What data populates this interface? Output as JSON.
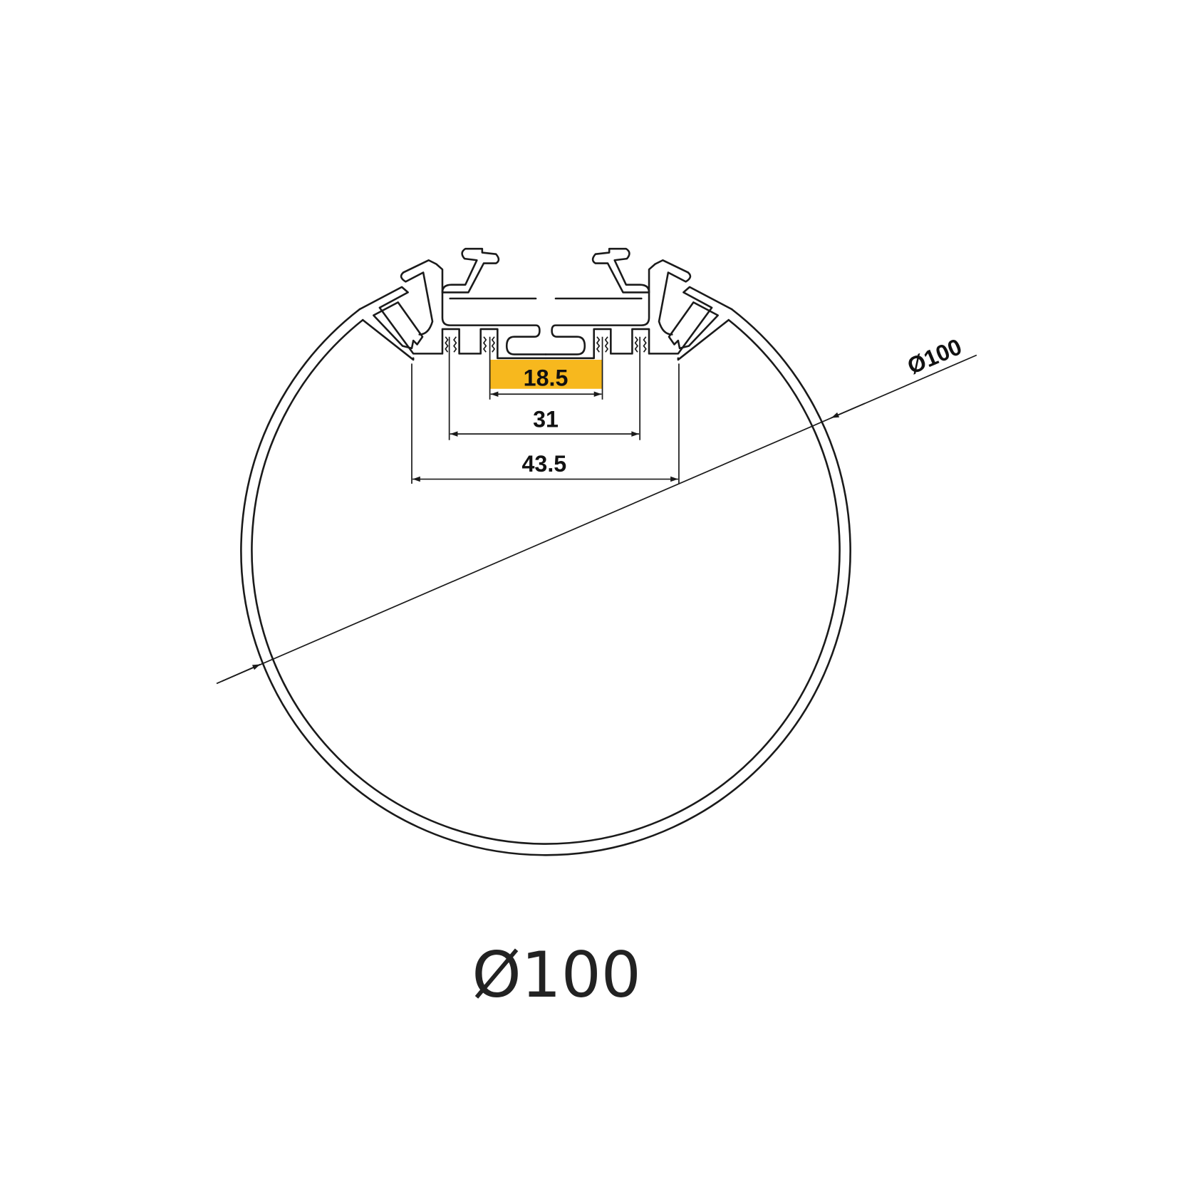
{
  "drawing": {
    "dimensions": {
      "led_width": "18.5",
      "inner_width": "31",
      "outer_width": "43.5",
      "diameter": "Ø100"
    },
    "caption": "Ø100",
    "colors": {
      "line": "#1a1a1a",
      "led_highlight": "#F7B81E"
    }
  }
}
